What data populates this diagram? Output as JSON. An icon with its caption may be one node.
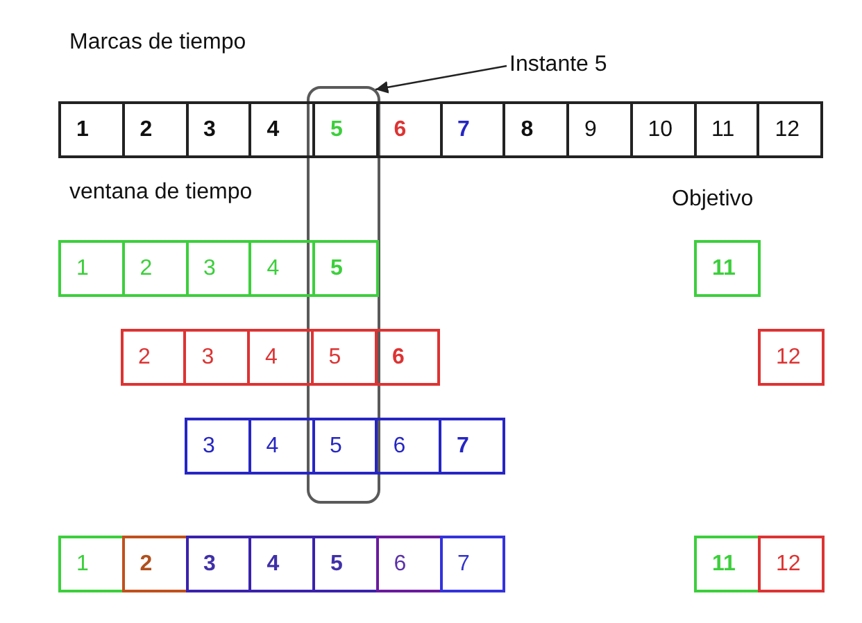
{
  "diagram": {
    "nodes": [
      {
        "text": [
          "Instante 5"
        ]
      },
      {
        "text": [],
        "shape": "box"
      },
      {
        "text": [
          "1"
        ]
      },
      {
        "text": [
          "2"
        ]
      },
      {
        "text": [
          "3"
        ]
      },
      {
        "text": [
          "4"
        ]
      },
      {
        "text": [
          "5"
        ],
        "in": 1
      },
      {
        "text": [
          "6"
        ]
      },
      {
        "text": [
          "7"
        ]
      },
      {
        "text": [
          "8"
        ]
      },
      {
        "text": [
          "9"
        ]
      },
      {
        "text": [
          "10"
        ]
      },
      {
        "text": [
          "11"
        ]
      },
      {
        "text": [
          "12"
        ]
      },
      {
        "text": [
          "1"
        ]
      },
      {
        "text": [
          "2"
        ]
      },
      {
        "text": [
          "3"
        ]
      },
      {
        "text": [
          "4"
        ]
      },
      {
        "text": [
          "5"
        ],
        "in": 1
      },
      {
        "text": [
          "11"
        ]
      },
      {
        "text": [
          "2"
        ]
      },
      {
        "text": [
          "3"
        ]
      },
      {
        "text": [
          "4"
        ]
      },
      {
        "text": [
          "5"
        ],
        "in": 1
      },
      {
        "text": [
          "6"
        ]
      },
      {
        "text": [
          "12"
        ]
      },
      {
        "text": [
          "3"
        ]
      },
      {
        "text": [
          "4"
        ]
      },
      {
        "text": [
          "5"
        ],
        "in": 1
      },
      {
        "text": [
          "6"
        ]
      },
      {
        "text": [
          "7"
        ]
      },
      {
        "text": [
          "1"
        ]
      },
      {
        "text": [
          "2"
        ]
      },
      {
        "text": [
          "3"
        ]
      },
      {
        "text": [
          "4"
        ]
      },
      {
        "text": [
          "5"
        ]
      },
      {
        "text": [
          "6"
        ]
      },
      {
        "text": [
          "7"
        ]
      },
      {
        "text": [
          "11"
        ]
      },
      {
        "text": [
          "12"
        ]
      }
    ],
    "edges": [
      {
        "from": 0,
        "to": 1,
        "arrow": "to"
      }
    ],
    "labels": [
      "Marcas de tiempo",
      "ventana de tiempo",
      "Objetivo"
    ]
  }
}
